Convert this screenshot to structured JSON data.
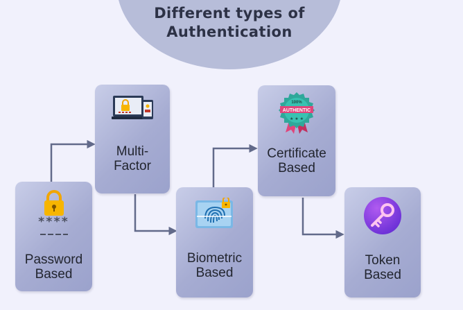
{
  "title": {
    "line1": "Different types of",
    "line2": "Authentication"
  },
  "cards": [
    {
      "id": "password",
      "line1": "Password",
      "line2": "Based",
      "icon": "padlock-password-icon"
    },
    {
      "id": "multi-factor",
      "line1": "Multi-",
      "line2": "Factor",
      "icon": "devices-lock-icon"
    },
    {
      "id": "biometric",
      "line1": "Biometric",
      "line2": "Based",
      "icon": "fingerprint-scan-icon"
    },
    {
      "id": "certificate",
      "line1": "Certificate",
      "line2": "Based",
      "icon": "authentic-badge-icon"
    },
    {
      "id": "token",
      "line1": "Token",
      "line2": "Based",
      "icon": "key-token-icon"
    }
  ],
  "password_mask": "****",
  "badge_text": {
    "top": "100%",
    "ribbon": "AUTHENTIC"
  },
  "colors": {
    "background": "#f1f1fc",
    "title_disc": "#b7bdd9",
    "card": "#a6acd2",
    "connector": "#626a8a",
    "text": "#22252f"
  }
}
